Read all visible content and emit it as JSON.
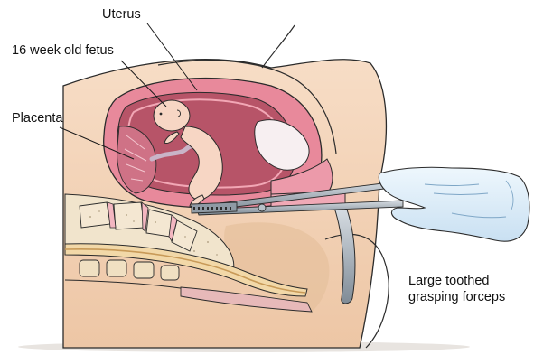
{
  "labels": {
    "uterus": "Uterus",
    "fetus": "16 week old fetus",
    "placenta": "Placenta",
    "forceps_line1": "Large toothed",
    "forceps_line2": "grasping forceps"
  },
  "colors": {
    "skin": "#f4d7bd",
    "skin_shadow": "#e8bf9c",
    "uterus_wall": "#e8899b",
    "uterus_wall_light": "#f3b7c3",
    "uterus_cavity": "#b75468",
    "amniotic_sac": "#d9707f",
    "fetus": "#f7d6c4",
    "placenta": "#c86a7d",
    "bladder": "#f7f1f2",
    "spine_bone": "#efe3cf",
    "spine_disc": "#f3b9c0",
    "glove": "#ddeefa",
    "forceps": "#9ca7b2",
    "outline": "#222222"
  }
}
